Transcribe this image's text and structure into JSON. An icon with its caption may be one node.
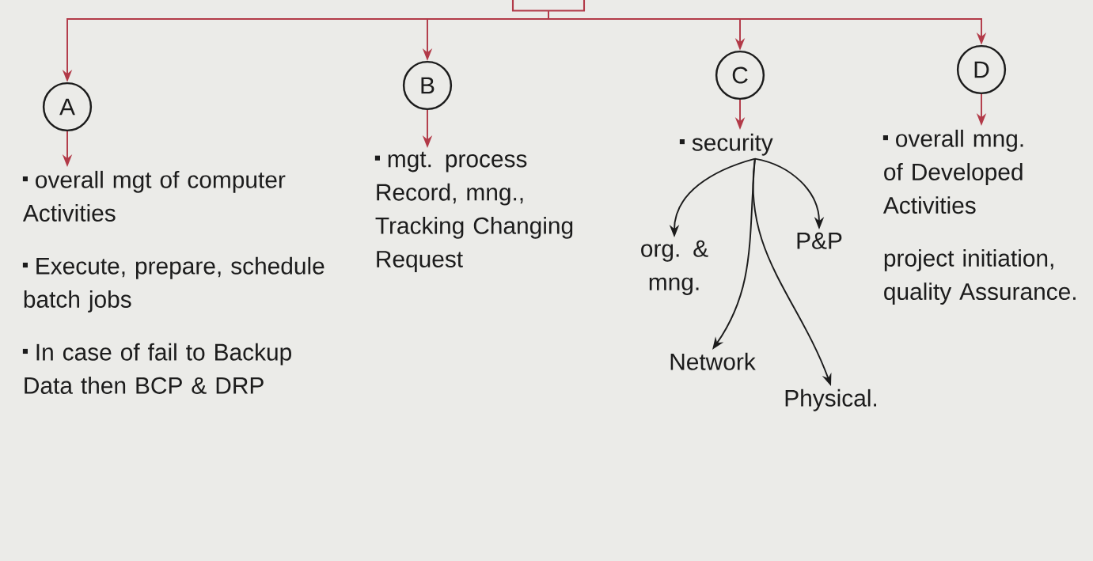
{
  "diagram": {
    "nodes": [
      {
        "text": [],
        "shape": "box"
      },
      {
        "text": [
          "A"
        ]
      },
      {
        "text": [
          "B"
        ]
      },
      {
        "text": [
          "C"
        ]
      },
      {
        "text": [
          "D"
        ]
      },
      {
        "text": [
          "overall mgt of computer Activities",
          "Execute, prepare, schedule batch jobs",
          "In case of fail to Backup Data then BCP & DRP"
        ]
      },
      {
        "text": [
          "mgt. process Record, mng., Tracking Changing Request"
        ]
      },
      {
        "text": [
          "security"
        ]
      },
      {
        "text": [
          "org. & mng."
        ]
      },
      {
        "text": [
          "P&P"
        ]
      },
      {
        "text": [
          "Network"
        ]
      },
      {
        "text": [
          "Physical."
        ]
      },
      {
        "text": [
          "overall mng. of Developed Activities",
          "project initiation, quality Assurance."
        ]
      }
    ],
    "edges": [
      {
        "from": 0,
        "to": 1,
        "arrow": "to"
      },
      {
        "from": 0,
        "to": 2,
        "arrow": "to"
      },
      {
        "from": 0,
        "to": 3,
        "arrow": "to"
      },
      {
        "from": 0,
        "to": 4,
        "arrow": "to"
      },
      {
        "from": 1,
        "to": 5,
        "arrow": "to"
      },
      {
        "from": 2,
        "to": 6,
        "arrow": "to"
      },
      {
        "from": 3,
        "to": 7,
        "arrow": "to"
      },
      {
        "from": 4,
        "to": 12,
        "arrow": "to"
      },
      {
        "from": 7,
        "to": 8,
        "arrow": "to",
        "color": "#1c1c1c"
      },
      {
        "from": 7,
        "to": 9,
        "arrow": "to",
        "color": "#1c1c1c"
      },
      {
        "from": 7,
        "to": 10,
        "arrow": "to",
        "color": "#1c1c1c"
      },
      {
        "from": 7,
        "to": 11,
        "arrow": "to",
        "color": "#1c1c1c"
      }
    ]
  }
}
